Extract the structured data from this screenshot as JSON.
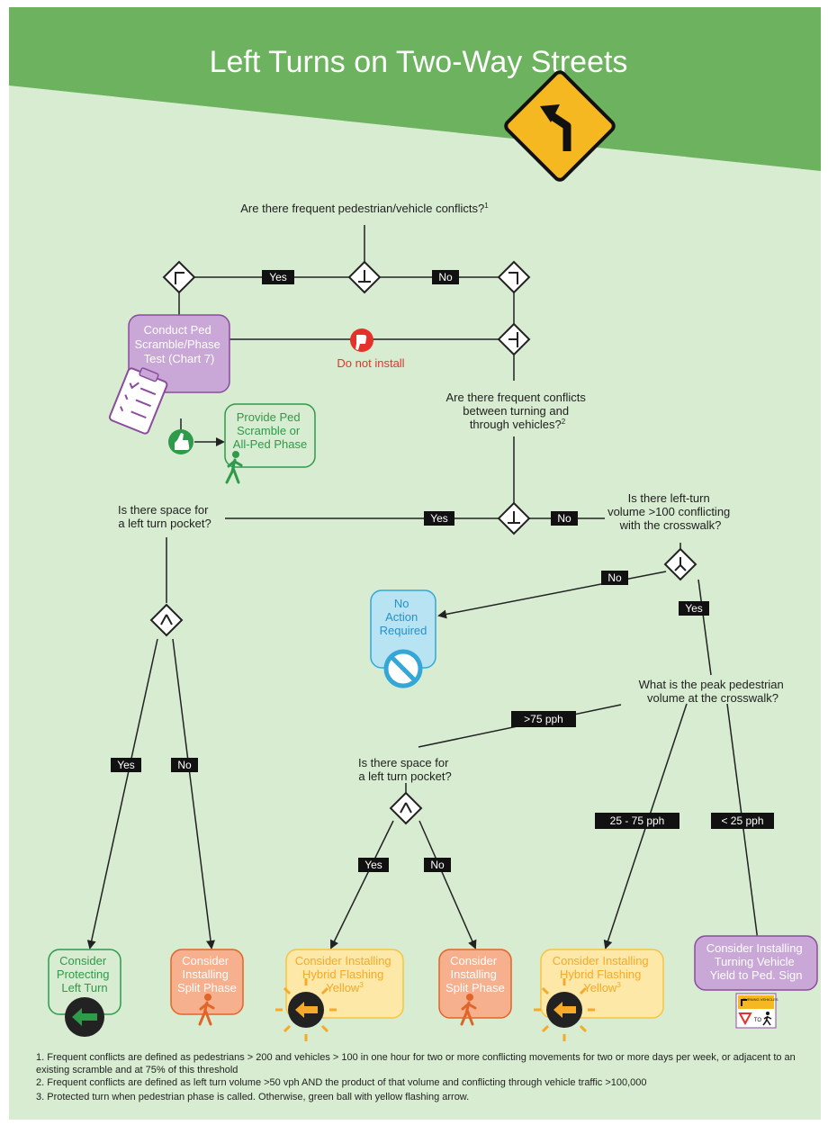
{
  "title": "Left Turns on Two-Way Streets",
  "questions": {
    "q1": "Are there frequent pedestrian/vehicle conflicts?",
    "q1_sup": "1",
    "q2": [
      "Are there frequent conflicts",
      "between turning and",
      "through vehicles?"
    ],
    "q2_sup": "2",
    "q3": [
      "Is there space for",
      "a left turn pocket?"
    ],
    "q4": [
      "Is there left-turn",
      "volume >100 conflicting",
      "with the crosswalk?"
    ],
    "q5": [
      "What is the peak pedestrian",
      "volume at the crosswalk?"
    ],
    "q6": [
      "Is there space for",
      "a left turn pocket?"
    ]
  },
  "labels": {
    "yes": "Yes",
    "no": "No",
    "gt75": ">75 pph",
    "mid": "25 - 75 pph",
    "lt25": "< 25 pph"
  },
  "outcomes": {
    "ped_scramble_test": [
      "Conduct Ped",
      "Scramble/Phase",
      "Test (Chart 7)"
    ],
    "do_not_install": "Do not install",
    "provide_scramble": [
      "Provide Ped",
      "Scramble or",
      "All-Ped Phase"
    ],
    "no_action": [
      "No",
      "Action",
      "Required"
    ],
    "protect_left": [
      "Consider",
      "Protecting",
      "Left Turn"
    ],
    "split_phase": [
      "Consider",
      "Installing",
      "Split Phase"
    ],
    "hybrid_flashing": [
      "Consider Installing",
      "Hybrid Flashing",
      "Yellow"
    ],
    "hybrid_sup": "3",
    "yield_sign": [
      "Consider Installing",
      "Turning Vehicle",
      "Yield to Ped. Sign"
    ],
    "sign_line1": "TURNING VEHICLES",
    "sign_line2": "TO"
  },
  "footnotes": [
    "1. Frequent conflicts are defined as pedestrians > 200 and vehicles > 100 in one hour for two or more conflicting movements for two or more days per week, or adjacent to an existing scramble and at 75% of this threshold",
    "2. Frequent conflicts are defined as left turn volume >50 vph AND the product of that volume and conflicting through vehicle traffic >100,000",
    "3. Protected turn when pedestrian phase is called. Otherwise, green ball with yellow flashing arrow."
  ],
  "colors": {
    "background": "#d7ecd0",
    "header": "#6cb25f",
    "purple": "#c9a7d6",
    "purple_border": "#8b4c9e",
    "green_text": "#2e9a4a",
    "blue": "#b7e3f3",
    "blue_border": "#34a7d8",
    "orange": "#f6b08d",
    "orange_border": "#e0652a",
    "yellow": "#fde8a8",
    "yellow_border": "#f7c442",
    "red": "#e4322b"
  }
}
